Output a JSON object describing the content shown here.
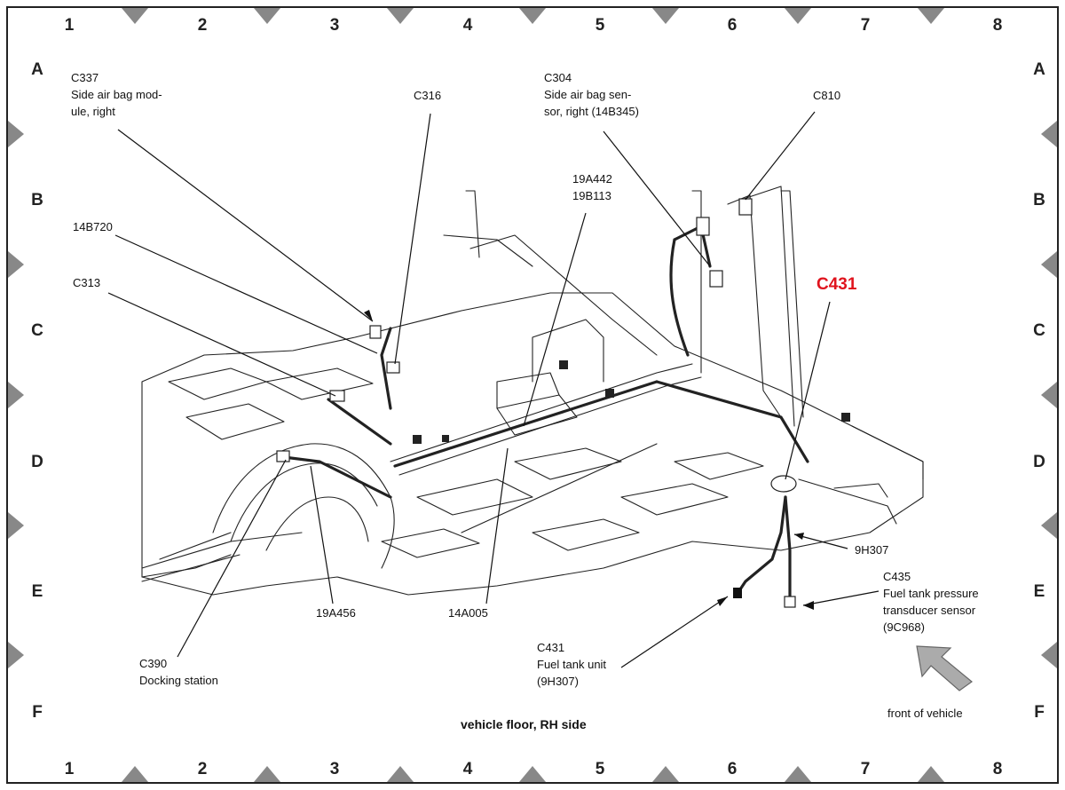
{
  "grid": {
    "columns": [
      "1",
      "2",
      "3",
      "4",
      "5",
      "6",
      "7",
      "8"
    ],
    "rows": [
      "A",
      "B",
      "C",
      "D",
      "E",
      "F"
    ]
  },
  "labels": {
    "c337": {
      "code": "C337",
      "line1": "Side air bag mod-",
      "line2": "ule, right"
    },
    "c316": {
      "code": "C316"
    },
    "c304": {
      "code": "C304",
      "line1": "Side air bag sen-",
      "line2": "sor, right (14B345)"
    },
    "c810": {
      "code": "C810"
    },
    "harness_19a442": {
      "code": "19A442"
    },
    "harness_19b113": {
      "code": "19B113"
    },
    "b14b720": {
      "code": "14B720"
    },
    "c313": {
      "code": "C313"
    },
    "c431_highlight": {
      "code": "C431"
    },
    "h9h307": {
      "code": "9H307"
    },
    "c435": {
      "code": "C435",
      "line1": "Fuel tank pressure",
      "line2": "transducer sensor",
      "line3": "(9C968)"
    },
    "a19a456": {
      "code": "19A456"
    },
    "a14a005": {
      "code": "14A005"
    },
    "c431": {
      "code": "C431",
      "line1": "Fuel tank unit",
      "line2": "(9H307)"
    },
    "c390": {
      "code": "C390",
      "line1": "Docking station"
    },
    "front": {
      "text": "front of vehicle"
    }
  },
  "caption": "vehicle floor, RH side",
  "colors": {
    "highlight": "#e0141e",
    "marker": "#888888",
    "arrow": "#999999",
    "line": "#111111"
  },
  "icons": {
    "front_arrow": "direction-arrow-icon"
  }
}
